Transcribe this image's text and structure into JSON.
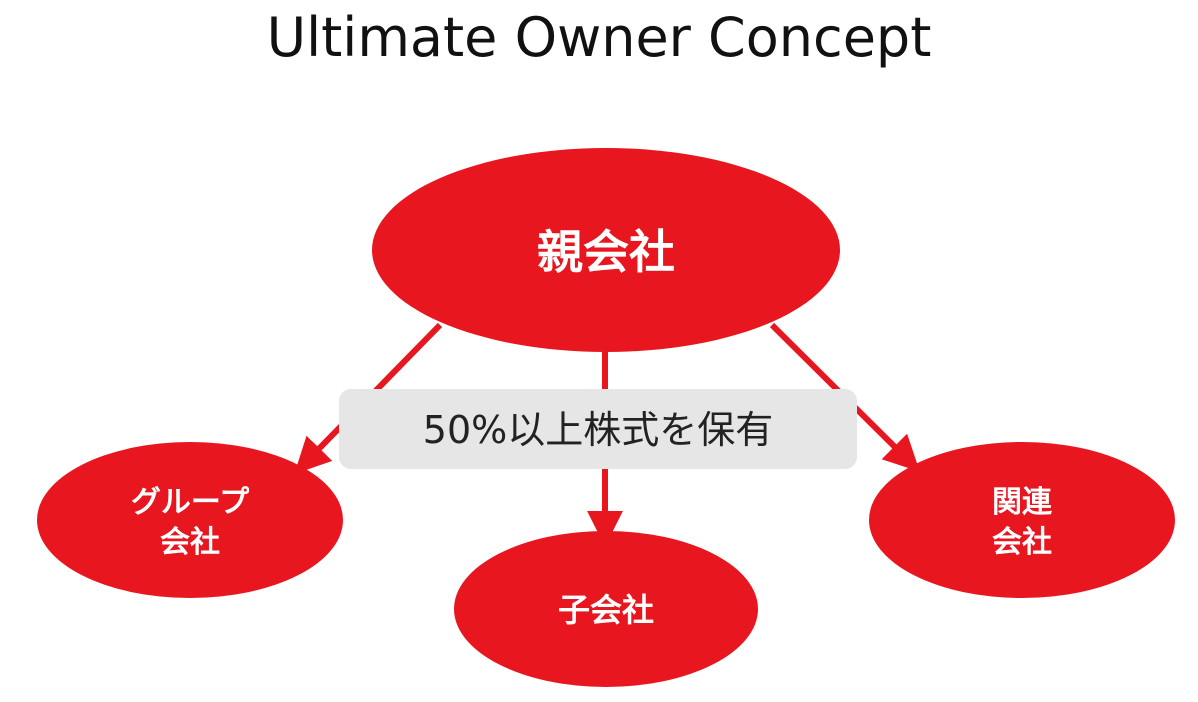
{
  "title": "Ultimate Owner Concept",
  "colors": {
    "node_fill": "#e8161f",
    "arrow": "#e8161f",
    "label_box": "#e6e6e6",
    "text_on_node": "#ffffff"
  },
  "nodes": {
    "parent": {
      "label": "親会社"
    },
    "group": {
      "label_line1": "グループ",
      "label_line2": "会社"
    },
    "subsidiary": {
      "label": "子会社"
    },
    "affiliate": {
      "label_line1": "関連",
      "label_line2": "会社"
    }
  },
  "edge_label": "50%以上株式を保有"
}
